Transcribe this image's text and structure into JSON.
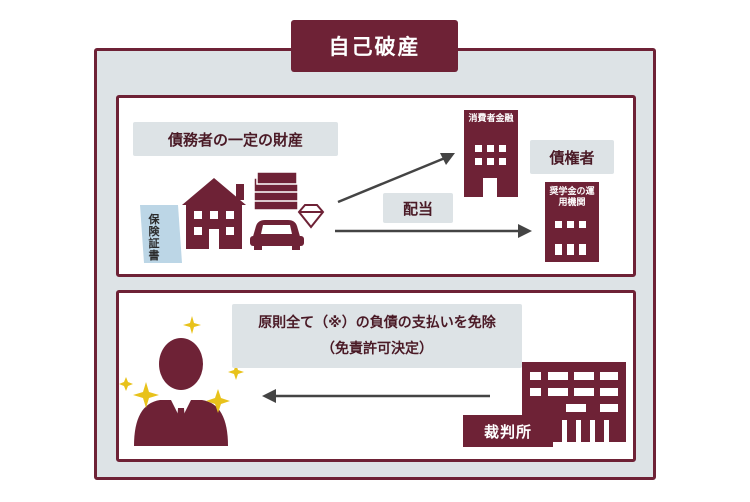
{
  "title": "自己破産",
  "top_panel": {
    "property_label": "債務者の一定の財産",
    "insurance_label": "保険証書",
    "dividend_label": "配当",
    "creditors_label": "債権者",
    "consumer_finance_label": "消費者金融",
    "scholarship_org_label": "奨学金の運用機関"
  },
  "bottom_panel": {
    "exemption_line1": "原則全て（※）の負債の支払いを免除",
    "exemption_line2": "（免責許可決定）",
    "court_label": "裁判所"
  },
  "colors": {
    "primary": "#6e2236",
    "panel_bg": "#dde3e6",
    "arrow": "#444444",
    "sparkle": "#e8c21b",
    "insurance": "#bcd6e6"
  }
}
